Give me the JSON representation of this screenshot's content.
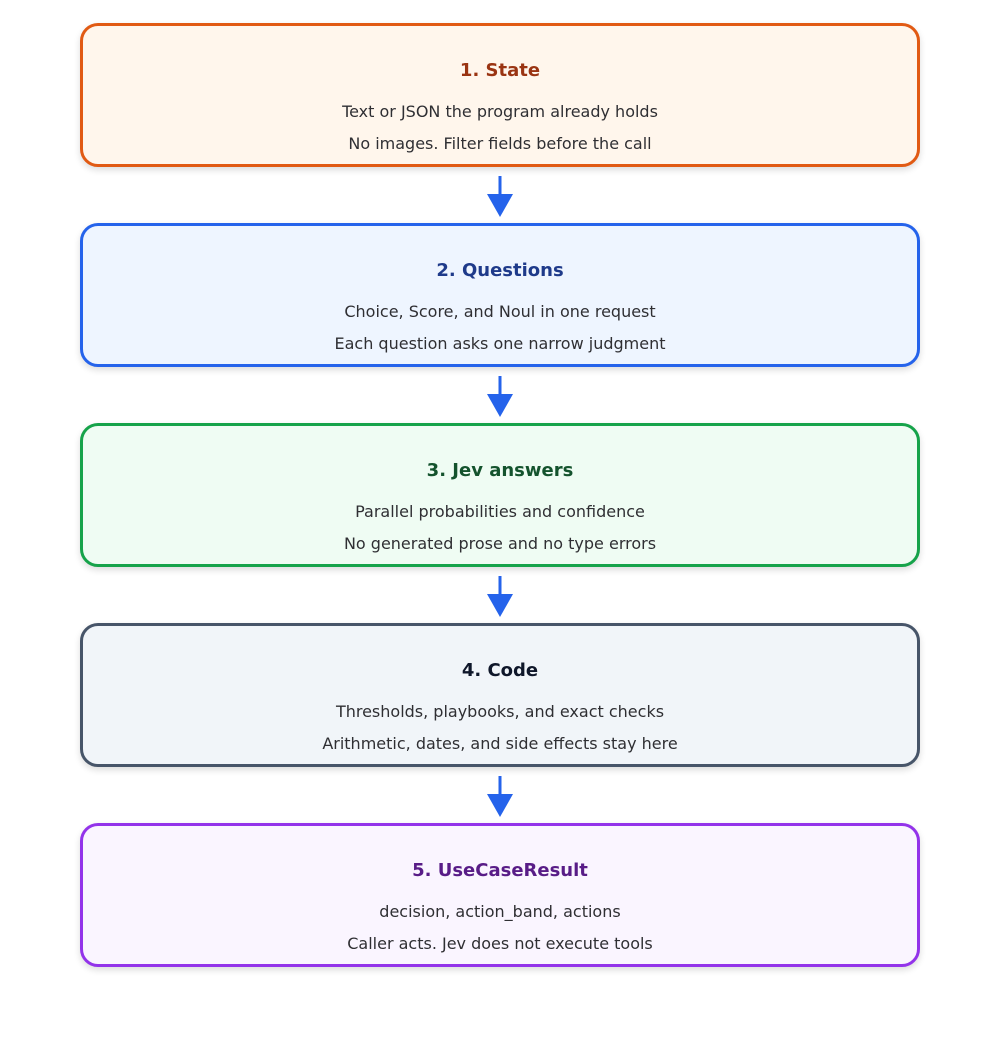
{
  "diagram": {
    "colors": {
      "arrow": "#2563eb"
    },
    "stages": [
      {
        "title": "1. State",
        "line1": "Text or JSON the program already holds",
        "line2": "No images. Filter fields before the call",
        "border": "#e15a13",
        "fill": "#fff6ec"
      },
      {
        "title": "2. Questions",
        "line1": "Choice, Score, and Noul in one request",
        "line2": "Each question asks one narrow judgment",
        "border": "#2563eb",
        "fill": "#eef5ff"
      },
      {
        "title": "3. Jev answers",
        "line1": "Parallel probabilities and confidence",
        "line2": "No generated prose and no type errors",
        "border": "#16a34a",
        "fill": "#effcf3"
      },
      {
        "title": "4. Code",
        "line1": "Thresholds, playbooks, and exact checks",
        "line2": "Arithmetic, dates, and side effects stay here",
        "border": "#475569",
        "fill": "#f1f5f9"
      },
      {
        "title": "5. UseCaseResult",
        "line1": "decision, action_band, actions",
        "line2": "Caller acts. Jev does not execute tools",
        "border": "#9333ea",
        "fill": "#faf5ff"
      }
    ]
  }
}
